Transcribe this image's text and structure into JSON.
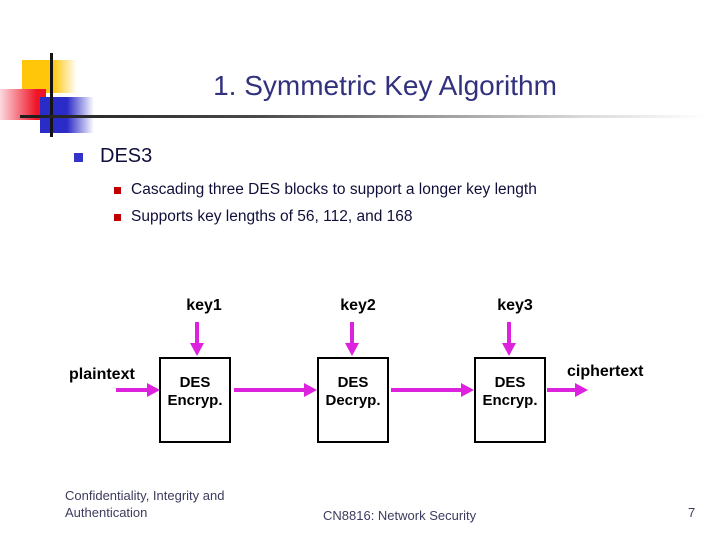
{
  "slide": {
    "title": "1. Symmetric Key Algorithm",
    "bullet": "DES3",
    "sub_bullets": [
      "Cascading three DES blocks to support a longer key length",
      "Supports key lengths of 56, 112, and 168"
    ]
  },
  "diagram": {
    "keys": [
      "key1",
      "key2",
      "key3"
    ],
    "input_label": "plaintext",
    "output_label": "ciphertext",
    "boxes": [
      {
        "line1": "DES",
        "line2": "Encryp."
      },
      {
        "line1": "DES",
        "line2": "Decryp."
      },
      {
        "line1": "DES",
        "line2": "Encryp."
      }
    ]
  },
  "footer": {
    "left_line1": "Confidentiality, Integrity and",
    "left_line2": "Authentication",
    "center": "CN8816: Network Security",
    "page_number": "7"
  },
  "colors": {
    "title_navy": "#31317E",
    "body_ink": "#0F0F3A",
    "bullet_blue": "#3333CC",
    "bullet_red": "#C00000",
    "arrow_magenta": "#DD22DD",
    "ornament_yellow": "#FFC60A",
    "ornament_red": "#EF1426",
    "ornament_blue": "#2B2BC8",
    "footer_ink": "#3C3C5E"
  }
}
